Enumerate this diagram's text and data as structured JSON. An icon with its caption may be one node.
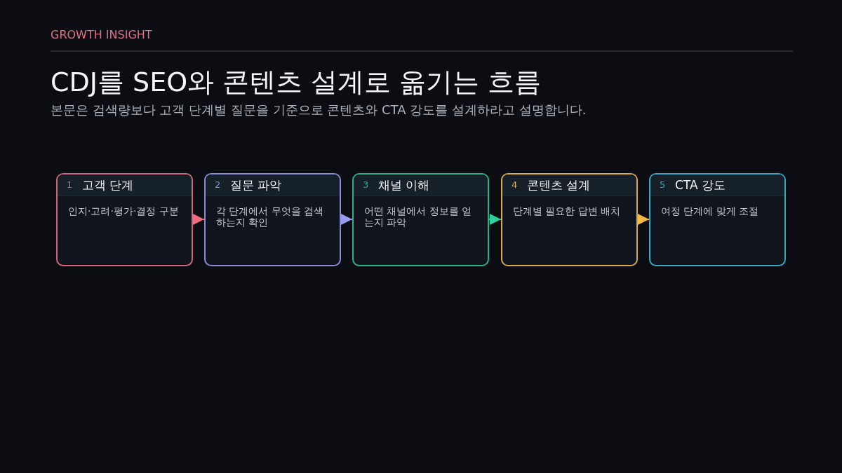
{
  "diagram": {
    "title": "CDJ를 SEO와 콘텐츠 설계로 옮기는 흐름",
    "caption": "본문은 검색량보다 고객 단계별 질문을 기준으로 콘텐츠와 CTA 강도를 설계하라고 설명합니다.",
    "nodes": [
      {
        "text": [
          "1",
          "고객 단계",
          "인지·고려·평가·결정 구분"
        ]
      },
      {
        "text": [
          "2",
          "질문 파악",
          "각 단계에서 무엇을 검색하는지 확인"
        ]
      },
      {
        "text": [
          "3",
          "채널 이해",
          "어떤 채널에서 정보를 얻는지 파악"
        ]
      },
      {
        "text": [
          "4",
          "콘텐츠 설계",
          "단계별 필요한 답변 배치"
        ]
      },
      {
        "text": [
          "5",
          "CTA 강도",
          "여정 단계에 맞게 조절"
        ]
      }
    ],
    "edges": [
      {
        "from": 0,
        "to": 1,
        "arrow": "to",
        "color": "#f26b83"
      },
      {
        "from": 1,
        "to": 2,
        "arrow": "to",
        "color": "#9b9cf0"
      },
      {
        "from": 2,
        "to": 3,
        "arrow": "to",
        "color": "#2ecf98"
      },
      {
        "from": 3,
        "to": 4,
        "arrow": "to",
        "color": "#f5b942"
      }
    ],
    "labels": [
      "GROWTH INSIGHT"
    ]
  }
}
